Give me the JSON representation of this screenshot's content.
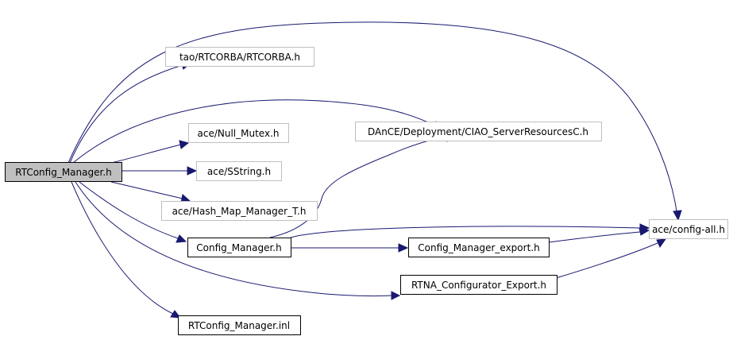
{
  "diagram": {
    "colors": {
      "edge": "#191970",
      "root_fill": "#bfbfbf",
      "external_border": "#bfbfbf",
      "local_border": "#000000"
    },
    "nodes": {
      "rtconfig_manager_h": {
        "label": "RTConfig_Manager.h",
        "kind": "root"
      },
      "tao_rtcorba_h": {
        "label": "tao/RTCORBA/RTCORBA.h",
        "kind": "external"
      },
      "dance_ciao_h": {
        "label": "DAnCE/Deployment/CIAO_ServerResourcesC.h",
        "kind": "external"
      },
      "ace_null_mutex_h": {
        "label": "ace/Null_Mutex.h",
        "kind": "external"
      },
      "ace_sstring_h": {
        "label": "ace/SString.h",
        "kind": "external"
      },
      "ace_hash_map_h": {
        "label": "ace/Hash_Map_Manager_T.h",
        "kind": "external"
      },
      "config_manager_h": {
        "label": "Config_Manager.h",
        "kind": "local"
      },
      "ace_config_all_h": {
        "label": "ace/config-all.h",
        "kind": "external"
      },
      "config_manager_export_h": {
        "label": "Config_Manager_export.h",
        "kind": "local"
      },
      "rtna_configurator_export_h": {
        "label": "RTNA_Configurator_Export.h",
        "kind": "local"
      },
      "rtconfig_manager_inl": {
        "label": "RTConfig_Manager.inl",
        "kind": "local"
      }
    },
    "edges": [
      {
        "from": "RTConfig_Manager.h",
        "to": "tao/RTCORBA/RTCORBA.h"
      },
      {
        "from": "RTConfig_Manager.h",
        "to": "DAnCE/Deployment/CIAO_ServerResourcesC.h"
      },
      {
        "from": "RTConfig_Manager.h",
        "to": "ace/Null_Mutex.h"
      },
      {
        "from": "RTConfig_Manager.h",
        "to": "ace/SString.h"
      },
      {
        "from": "RTConfig_Manager.h",
        "to": "ace/Hash_Map_Manager_T.h"
      },
      {
        "from": "RTConfig_Manager.h",
        "to": "Config_Manager.h"
      },
      {
        "from": "RTConfig_Manager.h",
        "to": "ace/config-all.h"
      },
      {
        "from": "RTConfig_Manager.h",
        "to": "RTNA_Configurator_Export.h"
      },
      {
        "from": "RTConfig_Manager.h",
        "to": "RTConfig_Manager.inl"
      },
      {
        "from": "Config_Manager.h",
        "to": "DAnCE/Deployment/CIAO_ServerResourcesC.h"
      },
      {
        "from": "Config_Manager.h",
        "to": "ace/config-all.h"
      },
      {
        "from": "Config_Manager.h",
        "to": "Config_Manager_export.h"
      },
      {
        "from": "Config_Manager_export.h",
        "to": "ace/config-all.h"
      },
      {
        "from": "RTNA_Configurator_Export.h",
        "to": "ace/config-all.h"
      }
    ]
  }
}
